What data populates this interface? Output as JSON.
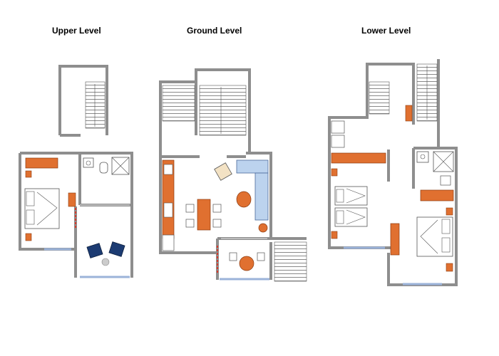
{
  "levels": {
    "upper": {
      "title": "Upper Level"
    },
    "ground": {
      "title": "Ground Level"
    },
    "lower": {
      "title": "Lower Level"
    }
  },
  "colors": {
    "wall": "#8e8e8e",
    "furniture_orange": "#e07030",
    "sofa_blue": "#bcd3ee",
    "chair_navy": "#1c3b72",
    "window_blue": "#9bb3d9",
    "door_red": "#d53a2b",
    "fixture_grey": "#bbbbbb"
  }
}
